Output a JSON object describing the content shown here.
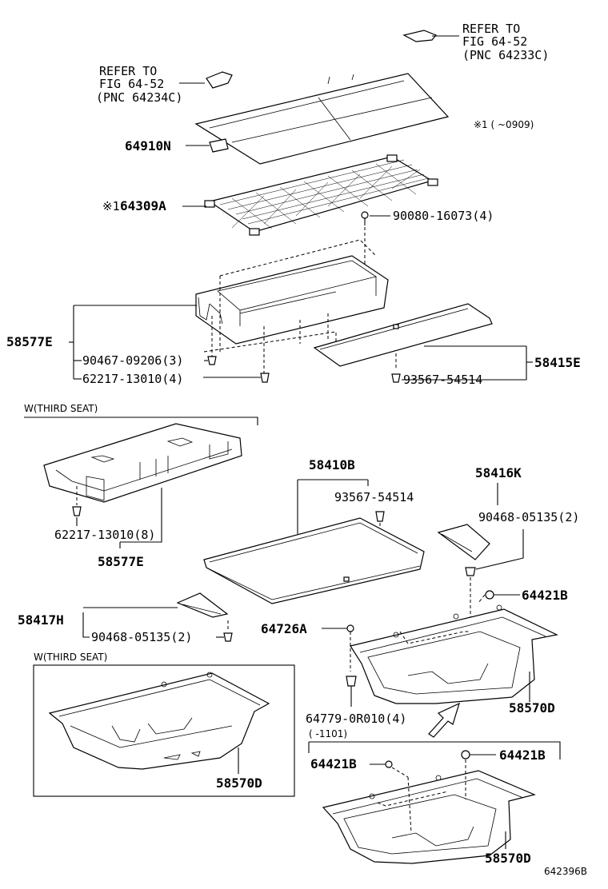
{
  "refs": {
    "top_right": {
      "line1": "REFER TO",
      "line2": "FIG 64-52",
      "line3": "(PNC 64233C)"
    },
    "top_left": {
      "line1": "REFER TO",
      "line2": "FIG 64-52",
      "line3": "(PNC 64234C)"
    }
  },
  "notes": {
    "note1": "※1 (      ~0909)",
    "third_seat_1": "W(THIRD SEAT)",
    "third_seat_2": "W(THIRD SEAT)",
    "range_1101": "(      -1101)"
  },
  "parts": {
    "p64910N": "64910N",
    "p64309A_mark": "※1",
    "p64309A": "64309A",
    "p90080": "90080-16073(4)",
    "p58577E_a": "58577E",
    "p90467": "90467-09206(3)",
    "p62217_4": "62217-13010(4)",
    "p58415E": "58415E",
    "p93567_a": "93567-54514",
    "p62217_8": "62217-13010(8)",
    "p58577E_b": "58577E",
    "p58410B": "58410B",
    "p93567_b": "93567-54514",
    "p58416K": "58416K",
    "p90468_a": "90468-05135(2)",
    "p64421B_a": "64421B",
    "p58417H": "58417H",
    "p90468_b": "90468-05135(2)",
    "p64726A": "64726A",
    "p64779": "64779-0R010(4)",
    "p58570D_a": "58570D",
    "p58570D_b": "58570D",
    "p64421B_b": "64421B",
    "p64421B_c": "64421B",
    "p58570D_c": "58570D"
  },
  "figure_id": "642396B"
}
